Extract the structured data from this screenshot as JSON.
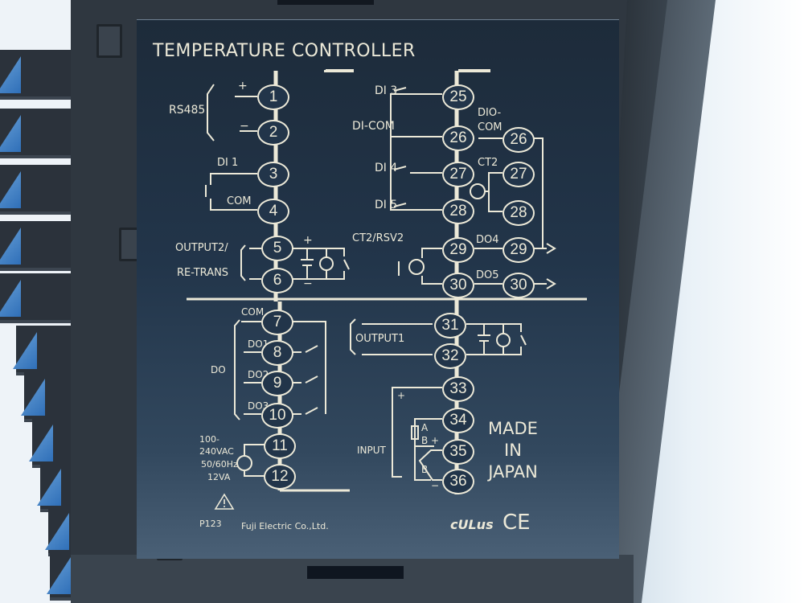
{
  "panel": {
    "title": "TEMPERATURE CONTROLLER",
    "model": "P123",
    "manufacturer": "Fuji Electric Co.,Ltd.",
    "origin": [
      "MADE",
      "IN",
      "JAPAN"
    ],
    "certifications": [
      "cULus",
      "CE"
    ],
    "warning_icon": "warning-triangle-icon"
  },
  "left_column": {
    "groups": [
      {
        "label": "RS485",
        "terminals": [
          {
            "num": "1",
            "pol": "+"
          },
          {
            "num": "2",
            "pol": "−"
          }
        ]
      },
      {
        "label": "DI 1",
        "terminals": [
          {
            "num": "3"
          }
        ]
      },
      {
        "label": "COM",
        "terminals": [
          {
            "num": "4"
          }
        ]
      },
      {
        "label_line1": "OUTPUT2/",
        "label_line2": "RE-TRANS",
        "terminals": [
          {
            "num": "5",
            "pol": "+"
          },
          {
            "num": "6",
            "pol": "−"
          }
        ]
      },
      {
        "label": "DO",
        "sub": [
          "COM",
          "DO1",
          "DO2",
          "DO3"
        ],
        "terminals": [
          {
            "num": "7"
          },
          {
            "num": "8"
          },
          {
            "num": "9"
          },
          {
            "num": "10"
          }
        ]
      },
      {
        "power_line1": "100-",
        "power_line2": "240VAC",
        "power_line3": "50/60Hz",
        "power_line4": "12VA",
        "terminals": [
          {
            "num": "11"
          },
          {
            "num": "12"
          }
        ]
      }
    ]
  },
  "right_column": {
    "di": {
      "labels": [
        "DI 3",
        "DI-COM",
        "DI 4",
        "DI 5"
      ],
      "terminals": [
        "25",
        "26",
        "27",
        "28"
      ]
    },
    "alt": {
      "dio_com_line1": "DIO-",
      "dio_com_line2": "COM",
      "ct2": "CT2",
      "terminals": [
        "26",
        "27",
        "28",
        "29",
        "30"
      ]
    },
    "ct2_rsv2": {
      "label": "CT2/RSV2",
      "terminals": [
        "29",
        "30"
      ]
    },
    "do4": "DO4",
    "do5": "DO5",
    "output1": {
      "label": "OUTPUT1",
      "terminals": [
        "31",
        "32"
      ]
    },
    "input": {
      "label": "INPUT",
      "terminals": [
        "33",
        "34",
        "35",
        "36"
      ],
      "marks": [
        "+",
        "A",
        "B",
        "+",
        "B",
        "−"
      ]
    }
  }
}
